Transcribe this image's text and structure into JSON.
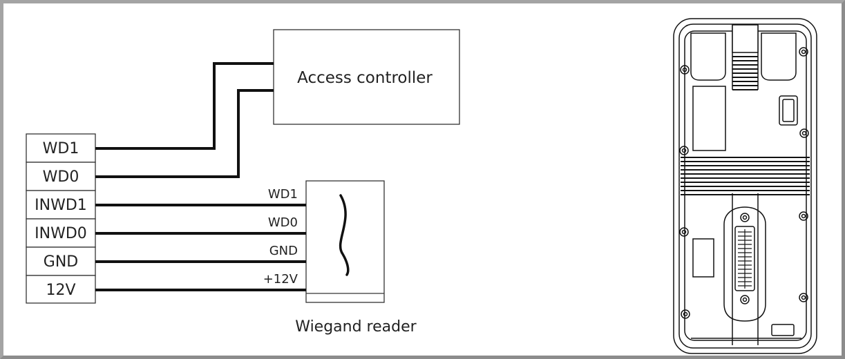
{
  "terminals": [
    "WD1",
    "WD0",
    "INWD1",
    "INWD0",
    "GND",
    "12V"
  ],
  "controller": {
    "label": "Access controller"
  },
  "reader": {
    "title": "Wiegand reader",
    "pins": [
      "WD1",
      "WD0",
      "GND",
      "+12V"
    ]
  },
  "colors": {
    "wire": "#111111",
    "border": "#a4a4a4",
    "text": "#222222"
  }
}
